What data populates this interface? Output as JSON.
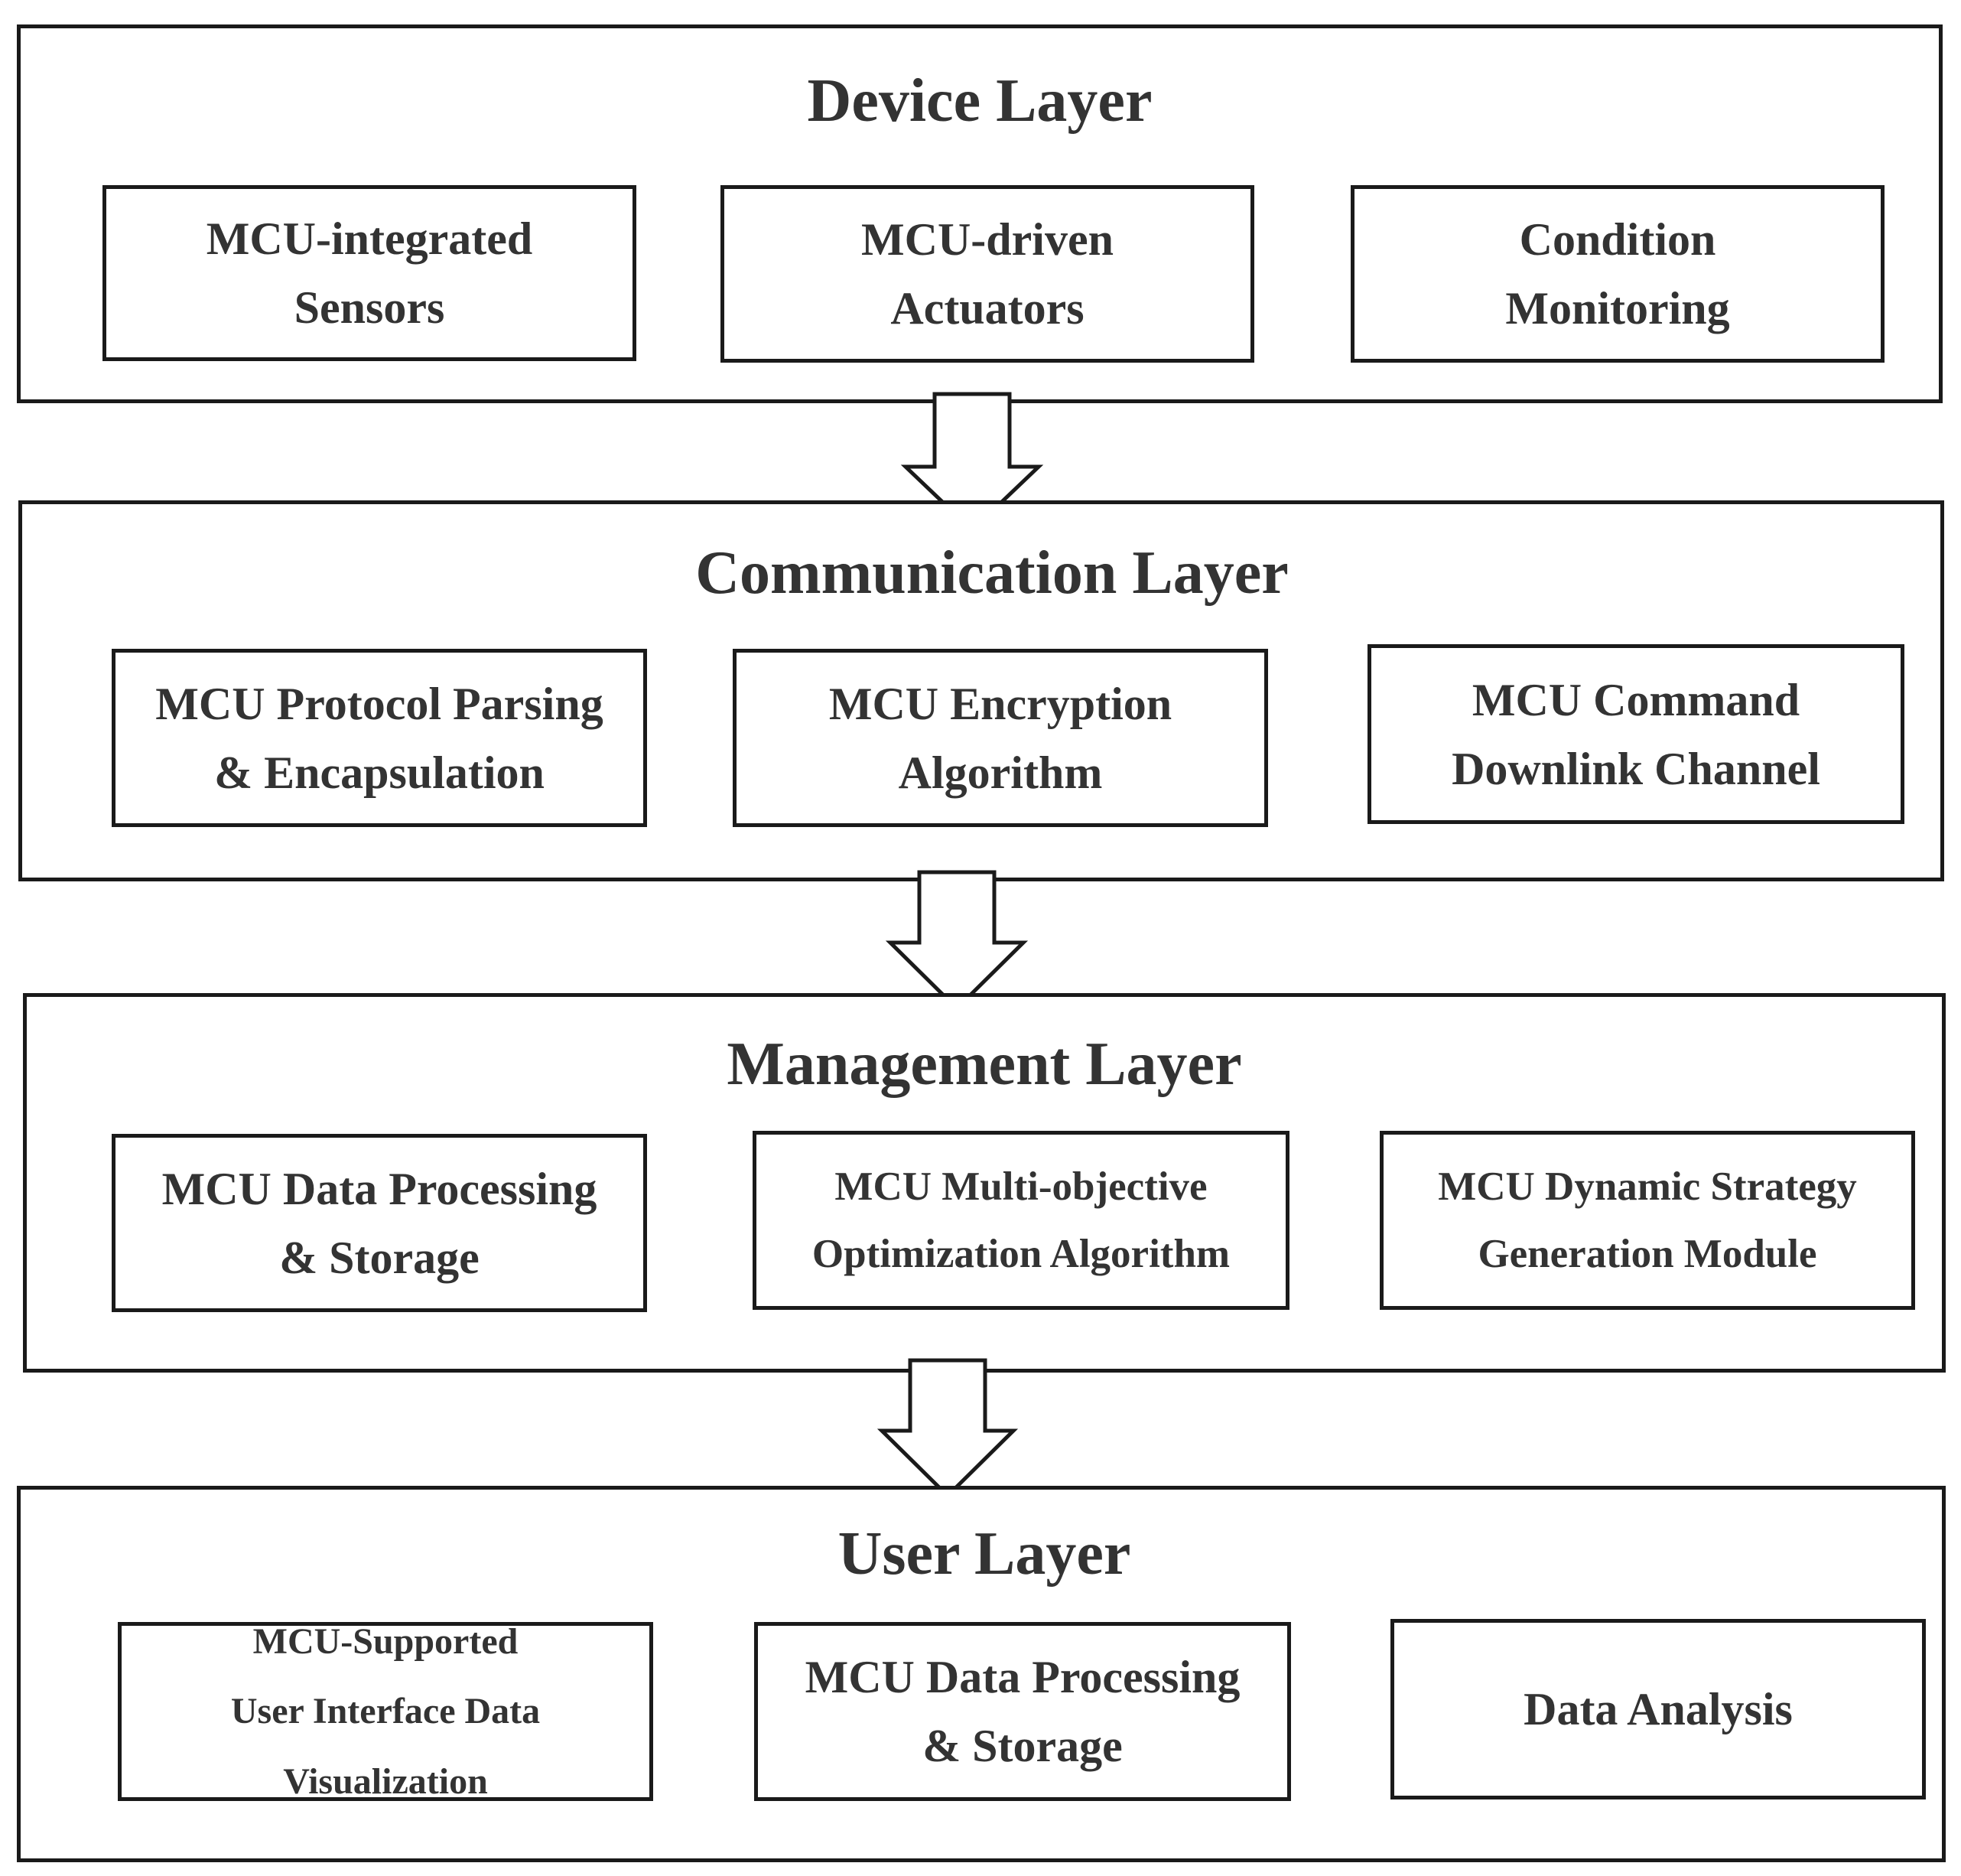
{
  "layers": [
    {
      "title": "Device Layer",
      "modules": [
        {
          "lines": [
            "MCU-integrated",
            "Sensors"
          ]
        },
        {
          "lines": [
            "MCU-driven",
            "Actuators"
          ]
        },
        {
          "lines": [
            "Condition",
            "Monitoring"
          ]
        }
      ]
    },
    {
      "title": "Communication Layer",
      "modules": [
        {
          "lines": [
            "MCU Protocol Parsing",
            "& Encapsulation"
          ]
        },
        {
          "lines": [
            "MCU Encryption",
            "Algorithm"
          ]
        },
        {
          "lines": [
            "MCU Command",
            "Downlink Channel"
          ]
        }
      ]
    },
    {
      "title": "Management Layer",
      "modules": [
        {
          "lines": [
            "MCU Data Processing",
            "& Storage"
          ]
        },
        {
          "lines": [
            "MCU Multi-objective",
            "Optimization Algorithm"
          ]
        },
        {
          "lines": [
            "MCU Dynamic Strategy",
            "Generation Module"
          ]
        }
      ]
    },
    {
      "title": "User Layer",
      "modules": [
        {
          "lines": [
            "MCU-Supported",
            "User Interface Data",
            "Visualization"
          ]
        },
        {
          "lines": [
            "MCU Data Processing",
            "& Storage"
          ]
        },
        {
          "lines": [
            "Data Analysis"
          ]
        }
      ]
    }
  ]
}
